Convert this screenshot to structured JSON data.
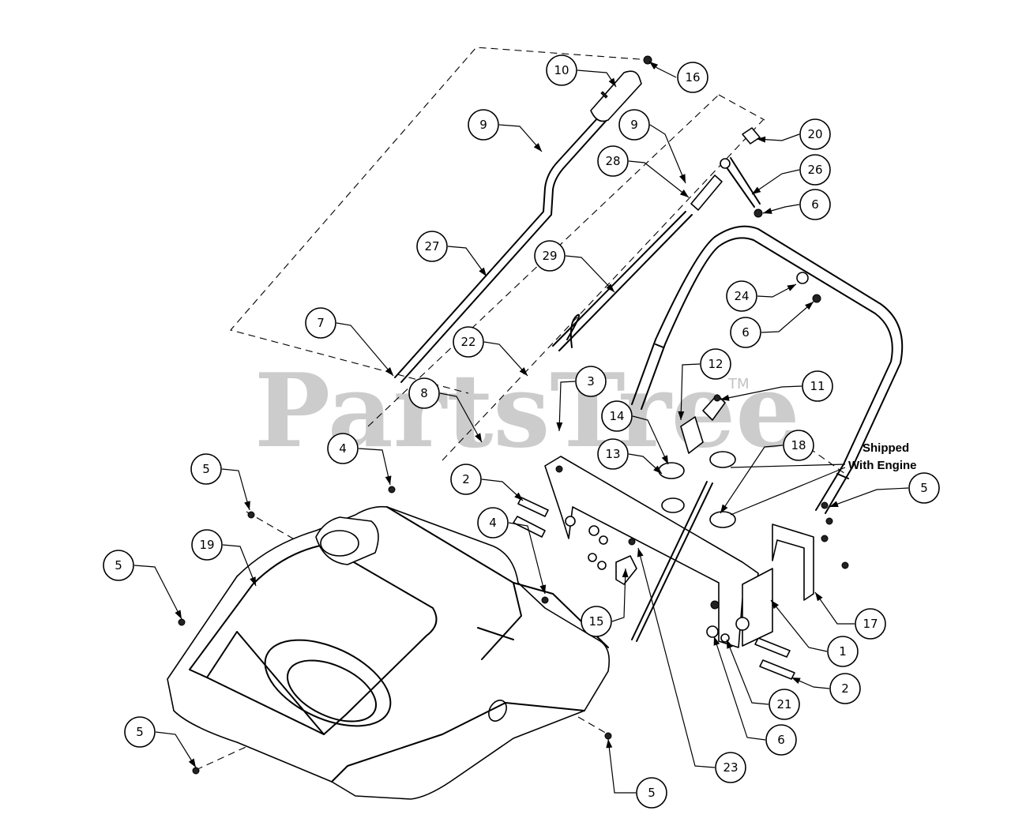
{
  "watermark": {
    "brand": "PartsTree",
    "trademark": "TM"
  },
  "note": {
    "line1": "Shipped",
    "line2": "With Engine"
  },
  "callouts": [
    {
      "id": "c1",
      "label": "10"
    },
    {
      "id": "c2",
      "label": "16"
    },
    {
      "id": "c3",
      "label": "9"
    },
    {
      "id": "c4",
      "label": "9"
    },
    {
      "id": "c5",
      "label": "20"
    },
    {
      "id": "c6",
      "label": "28"
    },
    {
      "id": "c7",
      "label": "26"
    },
    {
      "id": "c8",
      "label": "6"
    },
    {
      "id": "c9",
      "label": "27"
    },
    {
      "id": "c10",
      "label": "29"
    },
    {
      "id": "c11",
      "label": "24"
    },
    {
      "id": "c12",
      "label": "6"
    },
    {
      "id": "c13",
      "label": "7"
    },
    {
      "id": "c14",
      "label": "22"
    },
    {
      "id": "c15",
      "label": "12"
    },
    {
      "id": "c16",
      "label": "3"
    },
    {
      "id": "c17",
      "label": "11"
    },
    {
      "id": "c18",
      "label": "8"
    },
    {
      "id": "c19",
      "label": "14"
    },
    {
      "id": "c20",
      "label": "4"
    },
    {
      "id": "c21",
      "label": "13"
    },
    {
      "id": "c22",
      "label": "18"
    },
    {
      "id": "c23",
      "label": "5"
    },
    {
      "id": "c24",
      "label": "2"
    },
    {
      "id": "c25",
      "label": "5"
    },
    {
      "id": "c26",
      "label": "19"
    },
    {
      "id": "c27",
      "label": "4"
    },
    {
      "id": "c28",
      "label": "5"
    },
    {
      "id": "c29",
      "label": "15"
    },
    {
      "id": "c30",
      "label": "17"
    },
    {
      "id": "c31",
      "label": "1"
    },
    {
      "id": "c32",
      "label": "2"
    },
    {
      "id": "c33",
      "label": "21"
    },
    {
      "id": "c34",
      "label": "6"
    },
    {
      "id": "c35",
      "label": "5"
    },
    {
      "id": "c36",
      "label": "23"
    },
    {
      "id": "c37",
      "label": "5"
    }
  ]
}
